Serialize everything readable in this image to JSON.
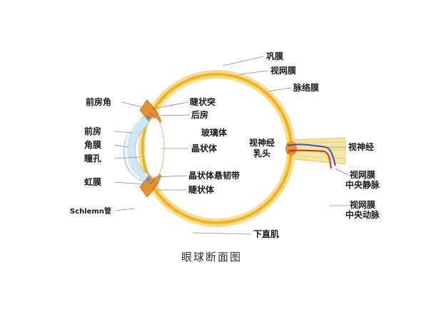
{
  "labels": {
    "sclera": "巩膜",
    "retina": "视网膜",
    "choroid": "脉络膜",
    "anterior_chamber_angle": "前房角",
    "ciliary_process": "睫状突",
    "posterior_chamber": "后房",
    "anterior_chamber": "前房",
    "vitreous_body": "玻璃体",
    "cornea": "角膜",
    "lens": "晶状体",
    "optic_papilla_line1": "视神经",
    "optic_papilla_line2": "乳头",
    "optic_nerve": "视神经",
    "pupil": "瞳孔",
    "iris": "虹膜",
    "zonule": "晶状体悬韧带",
    "central_retinal_vein_line1": "视网膜",
    "central_retinal_vein_line2": "中央静脉",
    "ciliary_body": "睫状体",
    "schlemm_canal": "Schlemn管",
    "central_retinal_artery_line1": "视网膜",
    "central_retinal_artery_line2": "中央动脉",
    "inferior_rectus": "下直肌"
  },
  "caption": "眼球断面图",
  "colors": {
    "sclera_outer": "#f4d98a",
    "sclera_band": "#f2b21c",
    "eye_interior": "#ffffff",
    "cornea_tint": "#cfe6f4",
    "ciliary": "#e8902e",
    "optic_nerve": "#f2e6a6",
    "vein": "#3a4fd0",
    "artery": "#d83020"
  }
}
